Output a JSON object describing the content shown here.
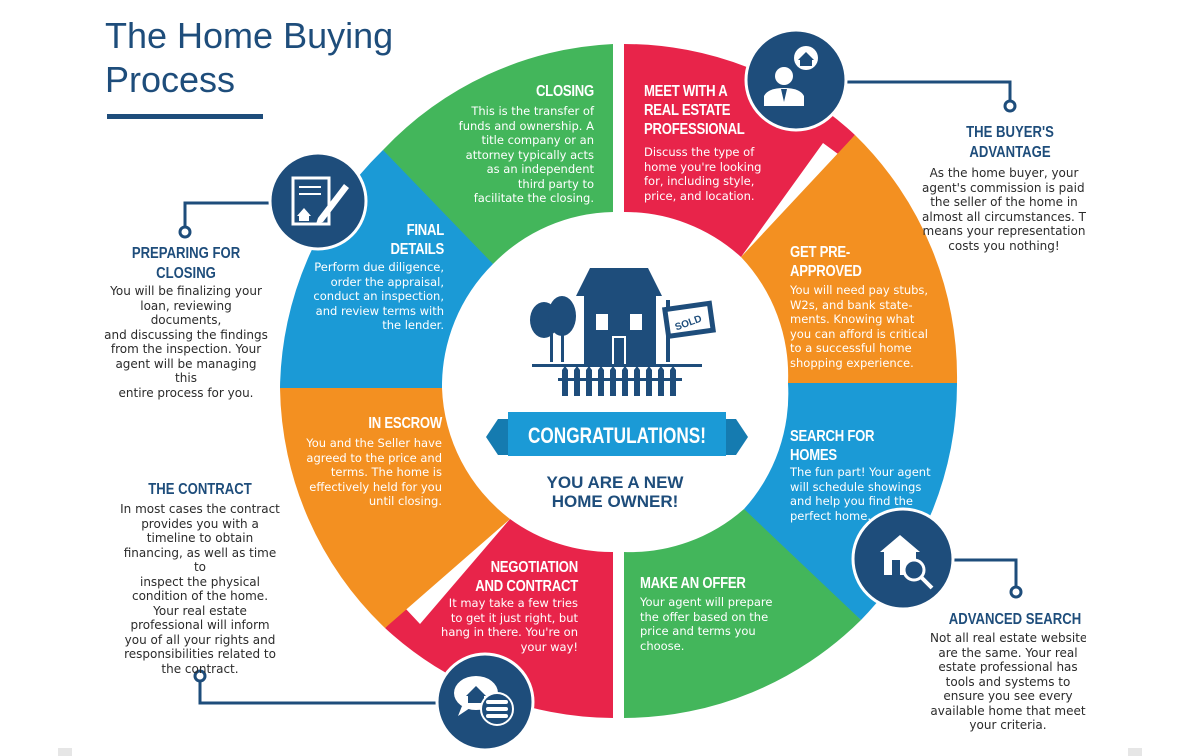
{
  "title": {
    "line1": "The Home Buying",
    "line2": "Process"
  },
  "center": {
    "banner": "CONGRATULATIONS!",
    "line1": "YOU ARE A NEW",
    "line2": "HOME OWNER!",
    "sign": "SOLD"
  },
  "colors": {
    "navy": "#1e4d7b",
    "red": "#e8244a",
    "orange": "#f39021",
    "blue": "#1b9ad6",
    "green": "#43b65b"
  },
  "segments": {
    "closing": {
      "title": "CLOSING",
      "body": [
        "This is the transfer of",
        "funds and ownership. A",
        "title company or an",
        "attorney typically acts",
        "as an independent",
        "third party to",
        "facilitate the closing."
      ]
    },
    "meet": {
      "title": [
        "MEET WITH A",
        "REAL ESTATE",
        "PROFESSIONAL"
      ],
      "body": [
        "Discuss the type of",
        "home you're looking",
        "for, including style,",
        "price, and location."
      ]
    },
    "preapproved": {
      "title": "GET PRE-APPROVED",
      "body": [
        "You will need pay stubs,",
        "W2s, and bank state-",
        "ments. Knowing what",
        "you can afford is critical",
        "to a successful home",
        "shopping experience."
      ]
    },
    "search": {
      "title": "SEARCH FOR HOMES",
      "body": [
        "The fun part! Your agent",
        "will schedule showings",
        "and help you find the",
        "perfect home."
      ]
    },
    "offer": {
      "title": "MAKE AN OFFER",
      "body": [
        "Your agent will prepare",
        "the offer based on the",
        "price and terms you",
        "choose."
      ]
    },
    "negotiation": {
      "title": [
        "NEGOTIATION",
        "AND CONTRACT"
      ],
      "body": [
        "It may take a few tries",
        "to get it just right, but",
        "hang in there. You're on",
        "your way!"
      ]
    },
    "escrow": {
      "title": "IN ESCROW",
      "body": [
        "You and the Seller have",
        "agreed to the price and",
        "terms. The home is",
        "effectively held for you",
        "until closing."
      ]
    },
    "final": {
      "title": [
        "FINAL",
        "DETAILS"
      ],
      "body": [
        "Perform due diligence,",
        "order the appraisal,",
        "conduct an inspection,",
        "and review terms with",
        "the lender."
      ]
    }
  },
  "side_notes": {
    "buyers_advantage": {
      "title": "THE BUYER'S ADVANTAGE",
      "body": [
        "As the home buyer, your",
        "agent's commission is paid b",
        "the seller of the home in",
        "almost all circumstances. Th",
        "means your representation",
        "costs you nothing!"
      ]
    },
    "preparing": {
      "title": "PREPARING FOR CLOSING",
      "body": [
        "You will be finalizing your",
        "loan, reviewing documents,",
        "and discussing the findings",
        "from the inspection. Your",
        "agent will be managing this",
        "entire process for you."
      ]
    },
    "contract": {
      "title": "THE CONTRACT",
      "body": [
        "In most cases the contract",
        "provides you with a",
        "timeline to obtain",
        "financing, as well as time to",
        "inspect the physical",
        "condition of the home.",
        "Your real estate",
        "professional will inform",
        "you of all your rights and",
        "responsibilities related to",
        "the contract."
      ]
    },
    "advanced": {
      "title": "ADVANCED SEARCH",
      "body": [
        "Not all real estate website",
        "are the same. Your real",
        "estate professional has",
        "tools and systems to",
        "ensure you see every",
        "available home that meet",
        "your criteria."
      ]
    }
  },
  "icons": [
    "agent-icon",
    "document-sign-icon",
    "house-search-icon",
    "negotiation-coins-icon",
    "house-scene-icon"
  ]
}
